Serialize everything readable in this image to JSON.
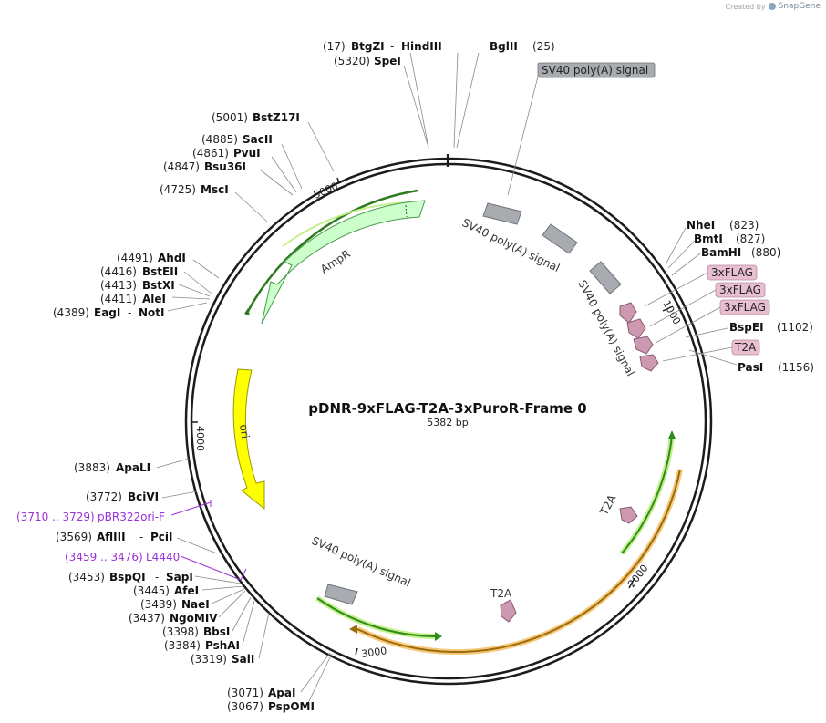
{
  "watermark": {
    "created_by": "Created by",
    "brand": "SnapGene"
  },
  "plasmid": {
    "name": "pDNR-9xFLAG-T2A-3xPuroR-Frame 0",
    "size_label": "5382 bp"
  },
  "ticks": [
    "1000",
    "2000",
    "3000",
    "4000",
    "5000"
  ],
  "features": {
    "ampr": "AmpR",
    "ori": "ori",
    "sv40_1": "SV40 poly(A) signal",
    "sv40_2": "SV40 poly(A) signal",
    "sv40_3": "SV40 poly(A) signal",
    "sv40_callout": "SV40 poly(A) signal",
    "t2a_1": "T2A",
    "t2a_2": "T2A",
    "flag_1": "3xFLAG",
    "flag_2": "3xFLAG",
    "flag_3": "3xFLAG",
    "t2a_callout": "T2A"
  },
  "sites": {
    "btgzi_pos": "(17)",
    "btgzi": "BtgZI",
    "hindiii": "HindIII",
    "bglii": "BglII",
    "bglii_pos": "(25)",
    "spei_pos": "(5320)",
    "spei": "SpeI",
    "bstz17i_pos": "(5001)",
    "bstz17i": "BstZ17I",
    "sacii_pos": "(4885)",
    "sacii": "SacII",
    "pvui_pos": "(4861)",
    "pvui": "PvuI",
    "bsu36i_pos": "(4847)",
    "bsu36i": "Bsu36I",
    "msci_pos": "(4725)",
    "msci": "MscI",
    "ahdi_pos": "(4491)",
    "ahdi": "AhdI",
    "bsteii_pos": "(4416)",
    "bsteii": "BstEII",
    "bstxi_pos": "(4413)",
    "bstxi": "BstXI",
    "alei_pos": "(4411)",
    "alei": "AleI",
    "eagi_pos": "(4389)",
    "eagi": "EagI",
    "noti": "NotI",
    "nhei": "NheI",
    "nhei_pos": "(823)",
    "bmti": "BmtI",
    "bmti_pos": "(827)",
    "bamhi": "BamHI",
    "bamhi_pos": "(880)",
    "bspei": "BspEI",
    "bspei_pos": "(1102)",
    "pasi": "PasI",
    "pasi_pos": "(1156)",
    "apali_pos": "(3883)",
    "apali": "ApaLI",
    "bcivi_pos": "(3772)",
    "bcivi": "BciVI",
    "pbr_pos": "(3710 .. 3729)",
    "pbr": "pBR322ori-F",
    "afliii_pos": "(3569)",
    "afliii": "AflIII",
    "pcii": "PciI",
    "l4440_pos": "(3459 .. 3476)",
    "l4440": "L4440",
    "bspqi_pos": "(3453)",
    "bspqi": "BspQI",
    "sapi": "SapI",
    "afei_pos": "(3445)",
    "afei": "AfeI",
    "naei_pos": "(3439)",
    "naei": "NaeI",
    "ngomiv_pos": "(3437)",
    "ngomiv": "NgoMIV",
    "bbsi_pos": "(3398)",
    "bbsi": "BbsI",
    "pshai_pos": "(3384)",
    "pshai": "PshAI",
    "sali_pos": "(3319)",
    "sali": "SalI",
    "apai_pos": "(3071)",
    "apai": "ApaI",
    "pspomi_pos": "(3067)",
    "pspomi": "PspOMI"
  },
  "colors": {
    "ampr_fill": "#ccffcc",
    "ampr_border": "#4a9a4a",
    "ori_fill": "#ffff00",
    "ori_border": "#999900",
    "polya_fill": "#a8acb0",
    "polya_border": "#6e7378",
    "flag_fill": "#cc99b1",
    "flag_border": "#8a5a72",
    "primer_green": "#2f8a1f",
    "primer_green_glow": "#c4f08a",
    "primer_orange": "#9a6a10",
    "primer_orange_glow": "#f7c876",
    "purple": "#9b30d9",
    "backbone": "#1c1c1c"
  }
}
